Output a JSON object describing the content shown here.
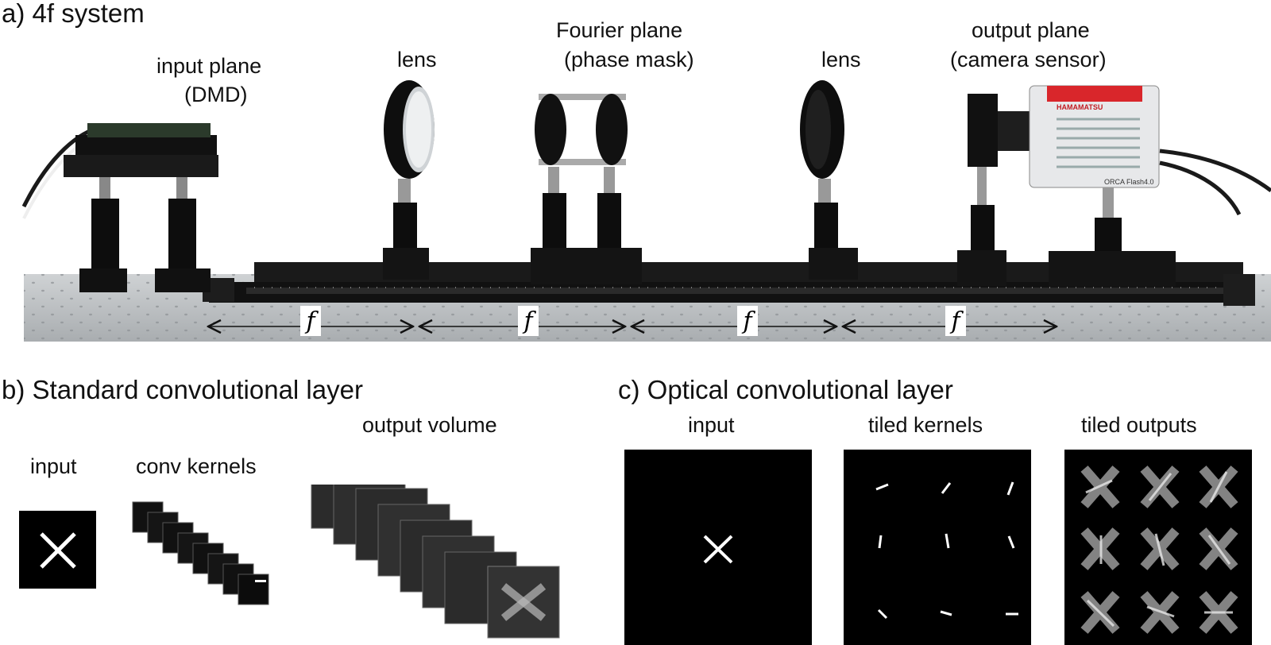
{
  "panel_a": {
    "title": "a) 4f system",
    "labels": {
      "input_plane": [
        "input plane",
        "(DMD)"
      ],
      "lens1": "lens",
      "fourier": [
        "Fourier plane",
        "(phase mask)"
      ],
      "lens2": "lens",
      "output": [
        "output plane",
        "(camera sensor)"
      ]
    },
    "distance_symbol": "f",
    "camera_brand": "HAMAMATSU",
    "camera_model": "ORCA Flash4.0"
  },
  "panel_b": {
    "title": "b) Standard convolutional layer",
    "input_label": "input",
    "kernels_label": "conv kernels",
    "output_label": "output volume"
  },
  "panel_c": {
    "title": "c) Optical convolutional layer",
    "input_label": "input",
    "kernels_label": "tiled kernels",
    "outputs_label": "tiled outputs"
  },
  "colors": {
    "background": "#ffffff",
    "panel": "#000000",
    "text": "#111111",
    "table": "#b9bcbf",
    "camera_accent": "#d9262b"
  }
}
